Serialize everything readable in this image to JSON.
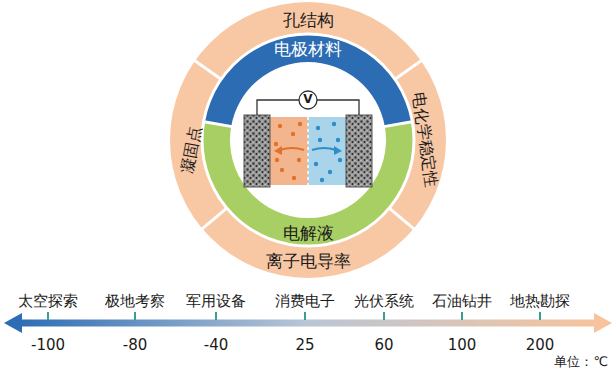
{
  "diagram": {
    "nodes": [
      {
        "text": [
          "孔结构"
        ]
      },
      {
        "text": [
          "电极材料"
        ]
      },
      {
        "text": [
          "电化学稳定性"
        ]
      },
      {
        "text": [
          "凝固点"
        ]
      },
      {
        "text": [
          "电解液"
        ]
      },
      {
        "text": [
          "离子电导率"
        ]
      }
    ],
    "labels": [
      "V",
      "太空探索",
      "极地考察",
      "军用设备",
      "消费电子",
      "光伏系统",
      "石油钻井",
      "地热勘探",
      "-100",
      "-80",
      "-40",
      "25",
      "60",
      "100",
      "200",
      "单位：℃"
    ]
  }
}
